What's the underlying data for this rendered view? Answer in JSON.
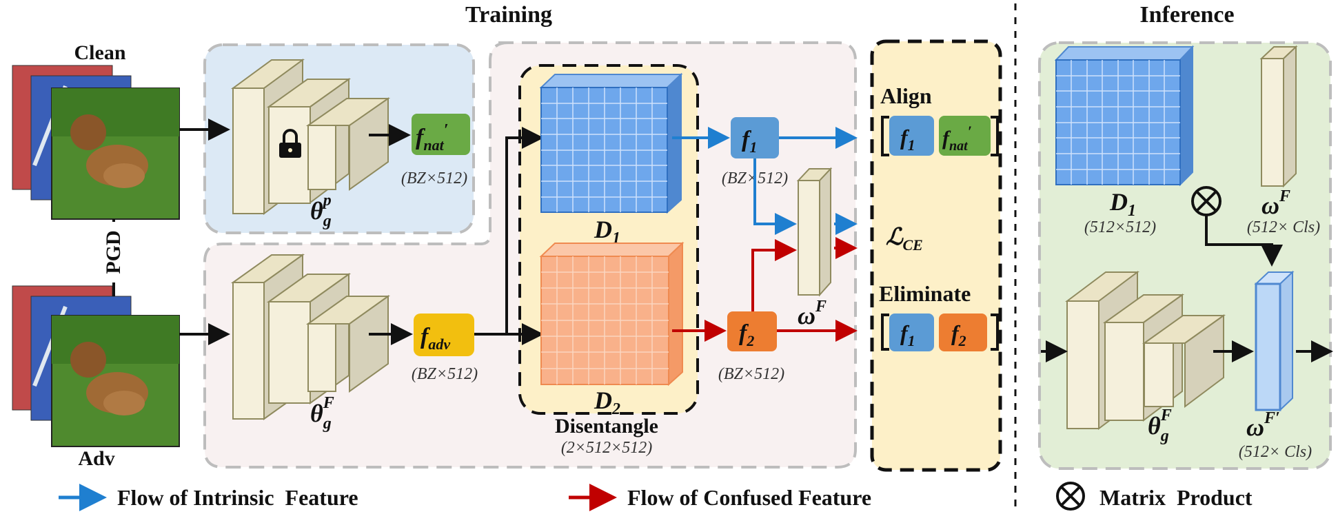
{
  "titles": {
    "training": "Training",
    "inference": "Inference"
  },
  "inputs": {
    "clean": "Clean",
    "adv": "Adv",
    "attack": "PGD"
  },
  "encoders": {
    "pretrained": {
      "symbol": "θ",
      "sup": "p",
      "sub": "g"
    },
    "trained": {
      "symbol": "θ",
      "sup": "F",
      "sub": "g"
    },
    "inference": {
      "symbol": "θ",
      "sup": "F",
      "sub": "g"
    }
  },
  "features": {
    "f_nat": {
      "symbol": "f",
      "sub": "nat",
      "prime": "′",
      "shape": "(BZ×512)",
      "color": "#6aaa45"
    },
    "f_adv": {
      "symbol": "f",
      "sub": "adv",
      "shape": "(BZ×512)",
      "color": "#f2bf0f"
    },
    "f1": {
      "symbol": "f",
      "sub": "1",
      "shape": "(BZ×512)",
      "color": "#5b9bd5"
    },
    "f2": {
      "symbol": "f",
      "sub": "2",
      "shape": "(BZ×512)",
      "color": "#ed7d31"
    }
  },
  "disentangle": {
    "label": "Disentangle",
    "shape": "(2×512×512)",
    "d1": {
      "symbol": "D",
      "sub": "1"
    },
    "d2": {
      "symbol": "D",
      "sub": "2"
    }
  },
  "classifier": {
    "symbol": "ω",
    "sup": "F"
  },
  "losses": {
    "align": "Align",
    "ce": {
      "symbol": "ℒ",
      "sub": "CE"
    },
    "eliminate": "Eliminate"
  },
  "inference_panel": {
    "d1": {
      "symbol": "D",
      "sub": "1",
      "shape": "(512×512)"
    },
    "classifier": {
      "symbol": "ω",
      "sup": "F",
      "shape": "(512× Cls)"
    },
    "output": {
      "symbol": "ω",
      "sup": "F′",
      "shape": "(512× Cls)"
    }
  },
  "legend": {
    "intrinsic": "Flow of Intrinsic  Feature",
    "confused": "Flow of Confused Feature",
    "product": "Matrix  Product"
  },
  "colors": {
    "intrinsic_arrow": "#1f7fd0",
    "confused_arrow": "#c00000",
    "pretrained_bg": "#dce9f5",
    "trained_bg": "#f8f1f1",
    "loss_bg": "#fdf0c8",
    "inference_bg": "#e2eed6",
    "d1_color": "#6ea7ec",
    "d2_color": "#f9b18a",
    "block_face": "#f5f0dc",
    "block_side": "#d6d1ba"
  }
}
